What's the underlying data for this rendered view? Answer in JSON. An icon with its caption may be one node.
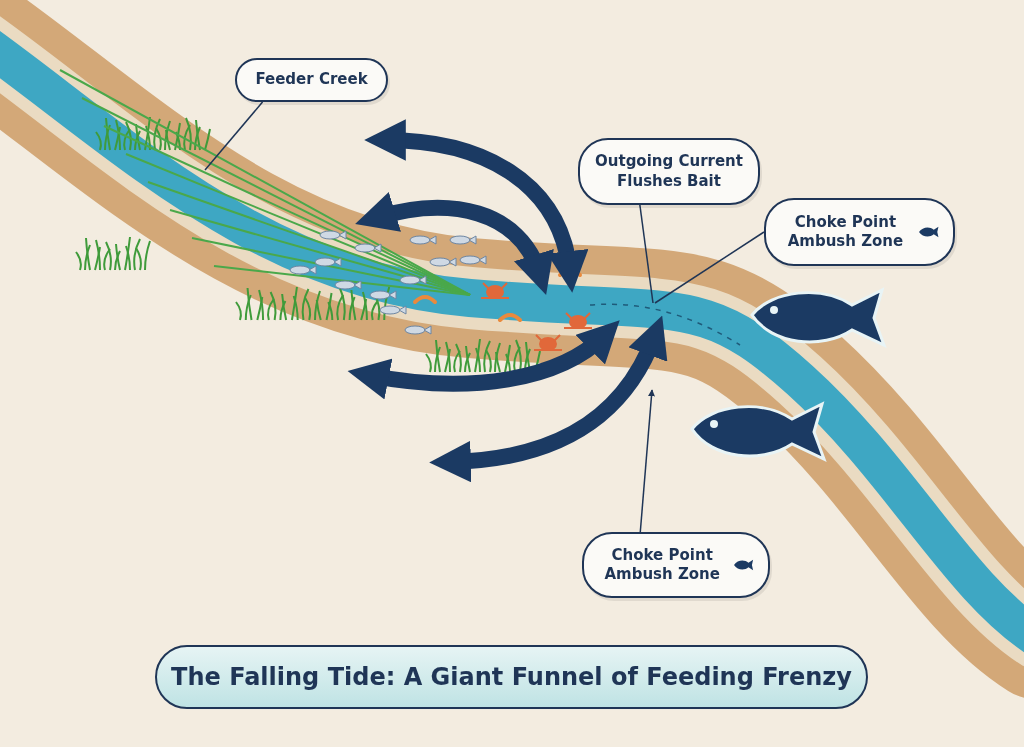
{
  "diagram": {
    "title": "The Falling Tide: A Giant Funnel of Feeding Frenzy",
    "nodes": [
      {
        "text": [
          "Feeder Creek"
        ]
      },
      {
        "text": [
          "Outgoing Current Flushes Bait"
        ]
      },
      {
        "text": [
          "Choke Point Ambush Zone"
        ]
      },
      {
        "text": [
          "Choke Point Ambush Zone"
        ]
      }
    ],
    "edges": [
      {
        "from": 0,
        "to": null,
        "arrow": "none"
      },
      {
        "from": 1,
        "to": null,
        "arrow": "none"
      },
      {
        "from": 2,
        "to": null,
        "arrow": "none"
      },
      {
        "from": 3,
        "to": null,
        "arrow": "to"
      }
    ]
  }
}
